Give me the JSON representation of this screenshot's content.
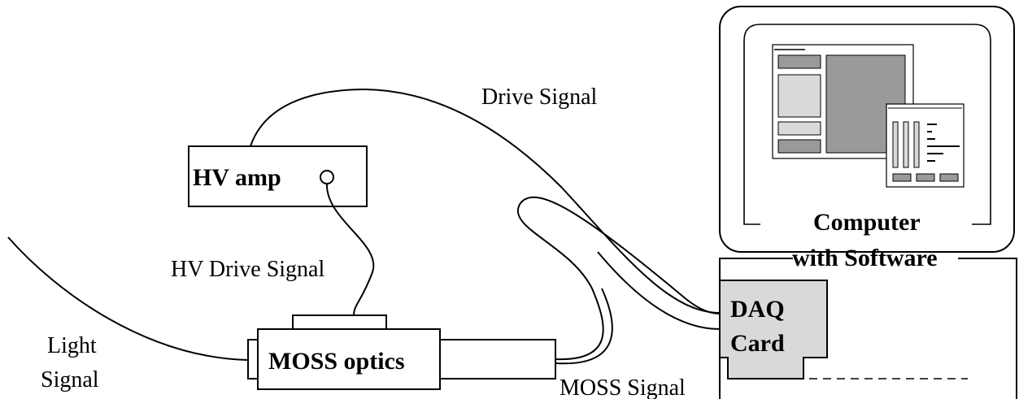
{
  "labels": {
    "drive_signal": "Drive Signal",
    "hv_amp": "HV amp",
    "hv_drive_signal": "HV Drive Signal",
    "light_line1": "Light",
    "light_line2": "Signal",
    "moss_optics": "MOSS optics",
    "moss_signal": "MOSS Signal",
    "computer_line1": "Computer",
    "computer_line2": "with Software",
    "daq_line1": "DAQ",
    "daq_line2": "Card"
  },
  "colors": {
    "stroke": "#000000",
    "background": "#ffffff",
    "window_light": "#d9d9d9",
    "window_mid": "#9a9a9a",
    "daq_fill": "#d9d9d9"
  }
}
